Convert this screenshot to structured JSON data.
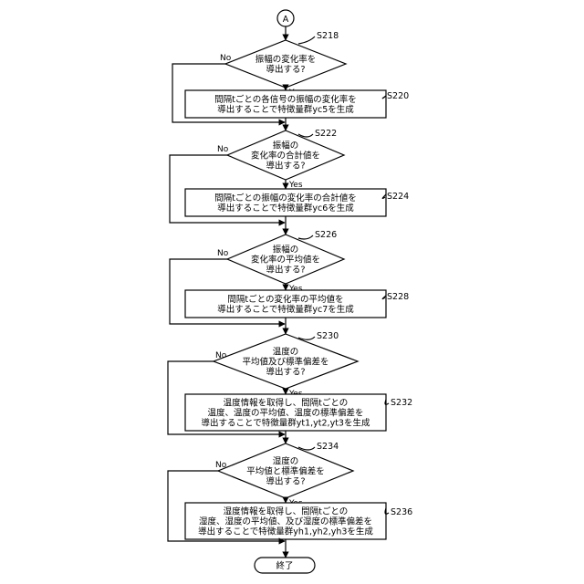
{
  "connector": "A",
  "yes_label": "Yes",
  "no_label": "No",
  "end_label": "終了",
  "steps": [
    {
      "decision": {
        "id": "S218",
        "lines": [
          "振幅の変化率を",
          "導出する?"
        ]
      },
      "process": {
        "id": "S220",
        "lines": [
          "間隔tごとの各信号の振幅の変化率を",
          "導出することで特徴量群yc5を生成"
        ]
      }
    },
    {
      "decision": {
        "id": "S222",
        "lines": [
          "振幅の",
          "変化率の合計値を",
          "導出する?"
        ]
      },
      "process": {
        "id": "S224",
        "lines": [
          "間隔tごとの振幅の変化率の合計値を",
          "導出することで特徴量群yc6を生成"
        ]
      }
    },
    {
      "decision": {
        "id": "S226",
        "lines": [
          "振幅の",
          "変化率の平均値を",
          "導出する?"
        ]
      },
      "process": {
        "id": "S228",
        "lines": [
          "間隔tごとの変化率の平均値を",
          "導出することで特徴量群yc7を生成"
        ]
      }
    },
    {
      "decision": {
        "id": "S230",
        "lines": [
          "温度の",
          "平均値及び標準偏差を",
          "導出する?"
        ]
      },
      "process": {
        "id": "S232",
        "lines": [
          "温度情報を取得し、間隔tごとの",
          "温度、温度の平均値、温度の標準偏差を",
          "導出することで特徴量群yt1,yt2,yt3を生成"
        ]
      }
    },
    {
      "decision": {
        "id": "S234",
        "lines": [
          "湿度の",
          "平均値と標準偏差を",
          "導出する?"
        ]
      },
      "process": {
        "id": "S236",
        "lines": [
          "湿度情報を取得し、間隔tごとの",
          "湿度、湿度の平均値、及び湿度の標準偏差を",
          "導出することで特徴量群yh1,yh2,yh3を生成"
        ]
      }
    }
  ]
}
